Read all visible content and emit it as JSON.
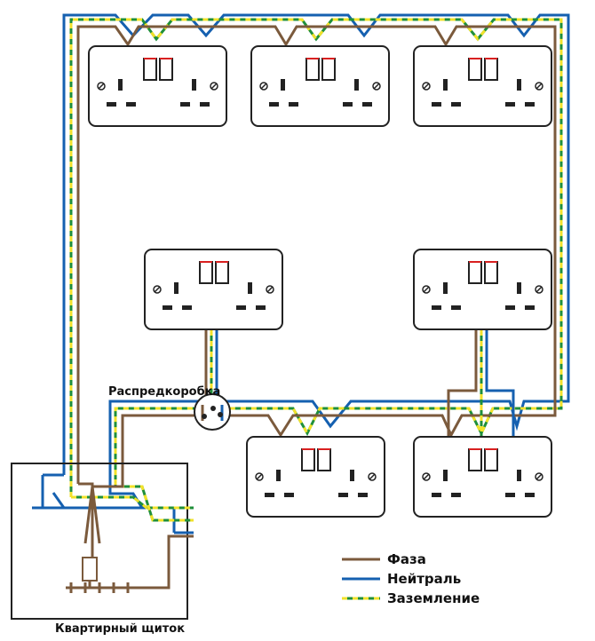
{
  "colors": {
    "phase": "#7b5a3c",
    "neutral": "#1560b0",
    "earth_green": "#1f8f3a",
    "earth_yellow": "#f2e22a",
    "outline": "#222222",
    "switch": "#d92020"
  },
  "labels": {
    "junction_box": "Распредкоробка",
    "panel": "Квартирный щиток"
  },
  "legend": [
    {
      "key": "phase",
      "label": "Фаза"
    },
    {
      "key": "neutral",
      "label": "Нейтраль"
    },
    {
      "key": "earth",
      "label": "Заземление"
    }
  ],
  "sockets": [
    {
      "id": "top-left"
    },
    {
      "id": "top-middle"
    },
    {
      "id": "top-right"
    },
    {
      "id": "middle-left"
    },
    {
      "id": "middle-right"
    },
    {
      "id": "bottom-left"
    },
    {
      "id": "bottom-right"
    }
  ]
}
